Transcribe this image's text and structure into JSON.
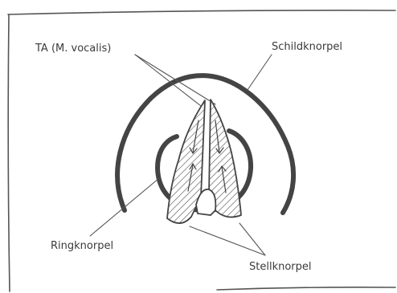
{
  "diagram": {
    "labels": {
      "ta": "TA (M. vocalis)",
      "thyroid": "Schildknorpel",
      "cricoid": "Ringknorpel",
      "arytenoid": "Stellknorpel"
    }
  }
}
